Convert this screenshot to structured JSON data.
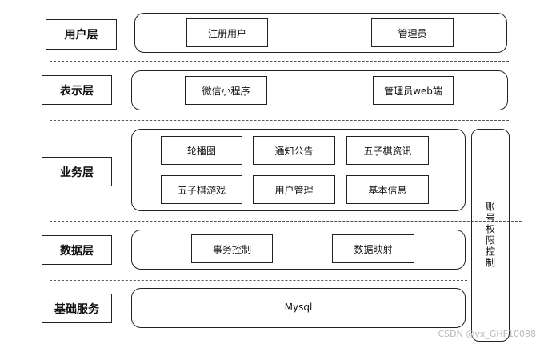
{
  "layers": {
    "user": {
      "label": "用户层",
      "items": [
        "注册用户",
        "管理员"
      ]
    },
    "presentation": {
      "label": "表示层",
      "items": [
        "微信小程序",
        "管理员web端"
      ]
    },
    "business": {
      "label": "业务层",
      "items": [
        "轮播图",
        "通知公告",
        "五子棋资讯",
        "五子棋游戏",
        "用户管理",
        "基本信息"
      ]
    },
    "data": {
      "label": "数据层",
      "items": [
        "事务控制",
        "数据映射"
      ]
    },
    "infrastructure": {
      "label": "基础服务",
      "items": [
        "Mysql"
      ]
    }
  },
  "side_panel": {
    "label": "账号权限控制"
  },
  "watermark": "CSDN @vx_GHF10088"
}
